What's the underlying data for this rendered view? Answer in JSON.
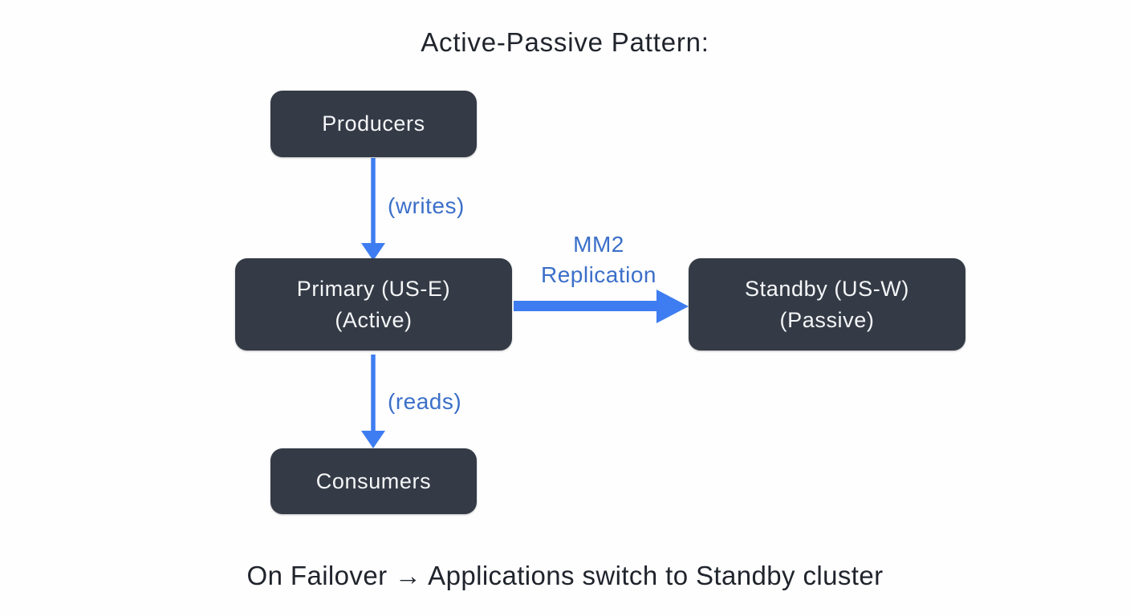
{
  "title": "Active-Passive Pattern:",
  "diagram": {
    "nodes": {
      "producers": {
        "label": "Producers"
      },
      "primary": {
        "line1": "Primary (US-E)",
        "line2": "(Active)"
      },
      "standby": {
        "line1": "Standby (US-W)",
        "line2": "(Passive)"
      },
      "consumers": {
        "label": "Consumers"
      }
    },
    "edges": {
      "writes": {
        "label": "(writes)"
      },
      "reads": {
        "label": "(reads)"
      },
      "replication": {
        "line1": "MM2",
        "line2": "Replication"
      }
    }
  },
  "footer": {
    "text": "On Failover → Applications switch to Standby cluster"
  },
  "colors": {
    "background": "#fefefe",
    "node_bg": "#343b46",
    "node_text": "#f5f6f8",
    "arrow": "#3e7df1",
    "edge_label": "#3b6fc9",
    "heading_text": "#20242c"
  }
}
